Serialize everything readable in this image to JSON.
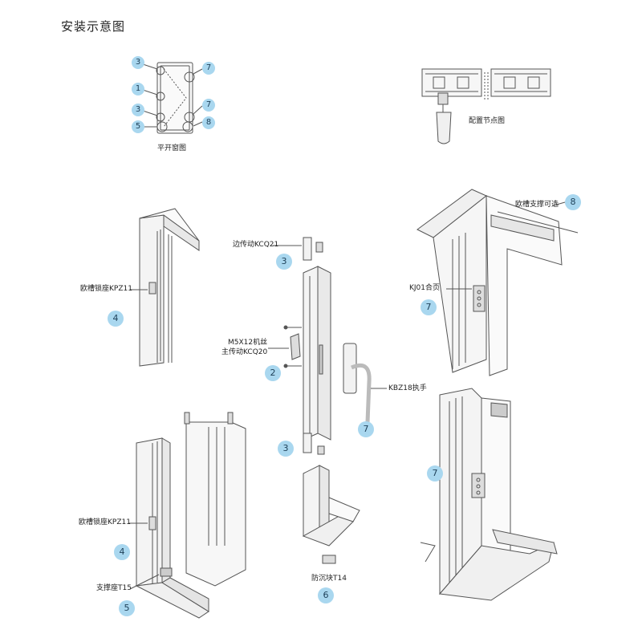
{
  "title": "安装示意图",
  "badges": {
    "b1": "1",
    "b2": "2",
    "b3": "3",
    "b4": "4",
    "b5": "5",
    "b6": "6",
    "b7": "7",
    "b8": "8"
  },
  "labels": {
    "casement_window_diagram": "平开窗图",
    "node_config_diagram": "配置节点图",
    "side_transmission": "边传动KCQ21",
    "screw": "M5X12机丝",
    "main_transmission": "主传动KCQ20",
    "handle": "KBZ18执手",
    "euro_lock_seat_top": "欧槽锁座KPZ11",
    "euro_lock_seat_bottom": "欧槽锁座KPZ11",
    "hinge": "KJ01合页",
    "euro_stay_optional": "欧槽支撑可选",
    "support_seat": "支撑座T15",
    "anti_sink_block": "防沉块T14"
  },
  "colors": {
    "badge_fill": "#a9d7ef",
    "badge_text": "#1d3f57",
    "line": "#555555",
    "profile_fill": "#f2f2f2"
  }
}
